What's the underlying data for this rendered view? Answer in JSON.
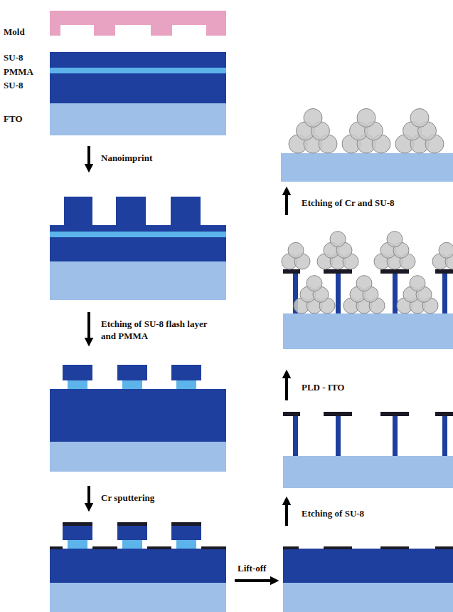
{
  "diagram": {
    "labels": [
      "Mold",
      "SU-8",
      "PMMA",
      "SU-8",
      "FTO",
      "Nanoimprint",
      "Etching of SU-8 flash layer and PMMA",
      "Cr sputtering",
      "Lift-off",
      "Etching of SU-8",
      "PLD - ITO",
      "Etching of Cr and SU-8"
    ]
  }
}
